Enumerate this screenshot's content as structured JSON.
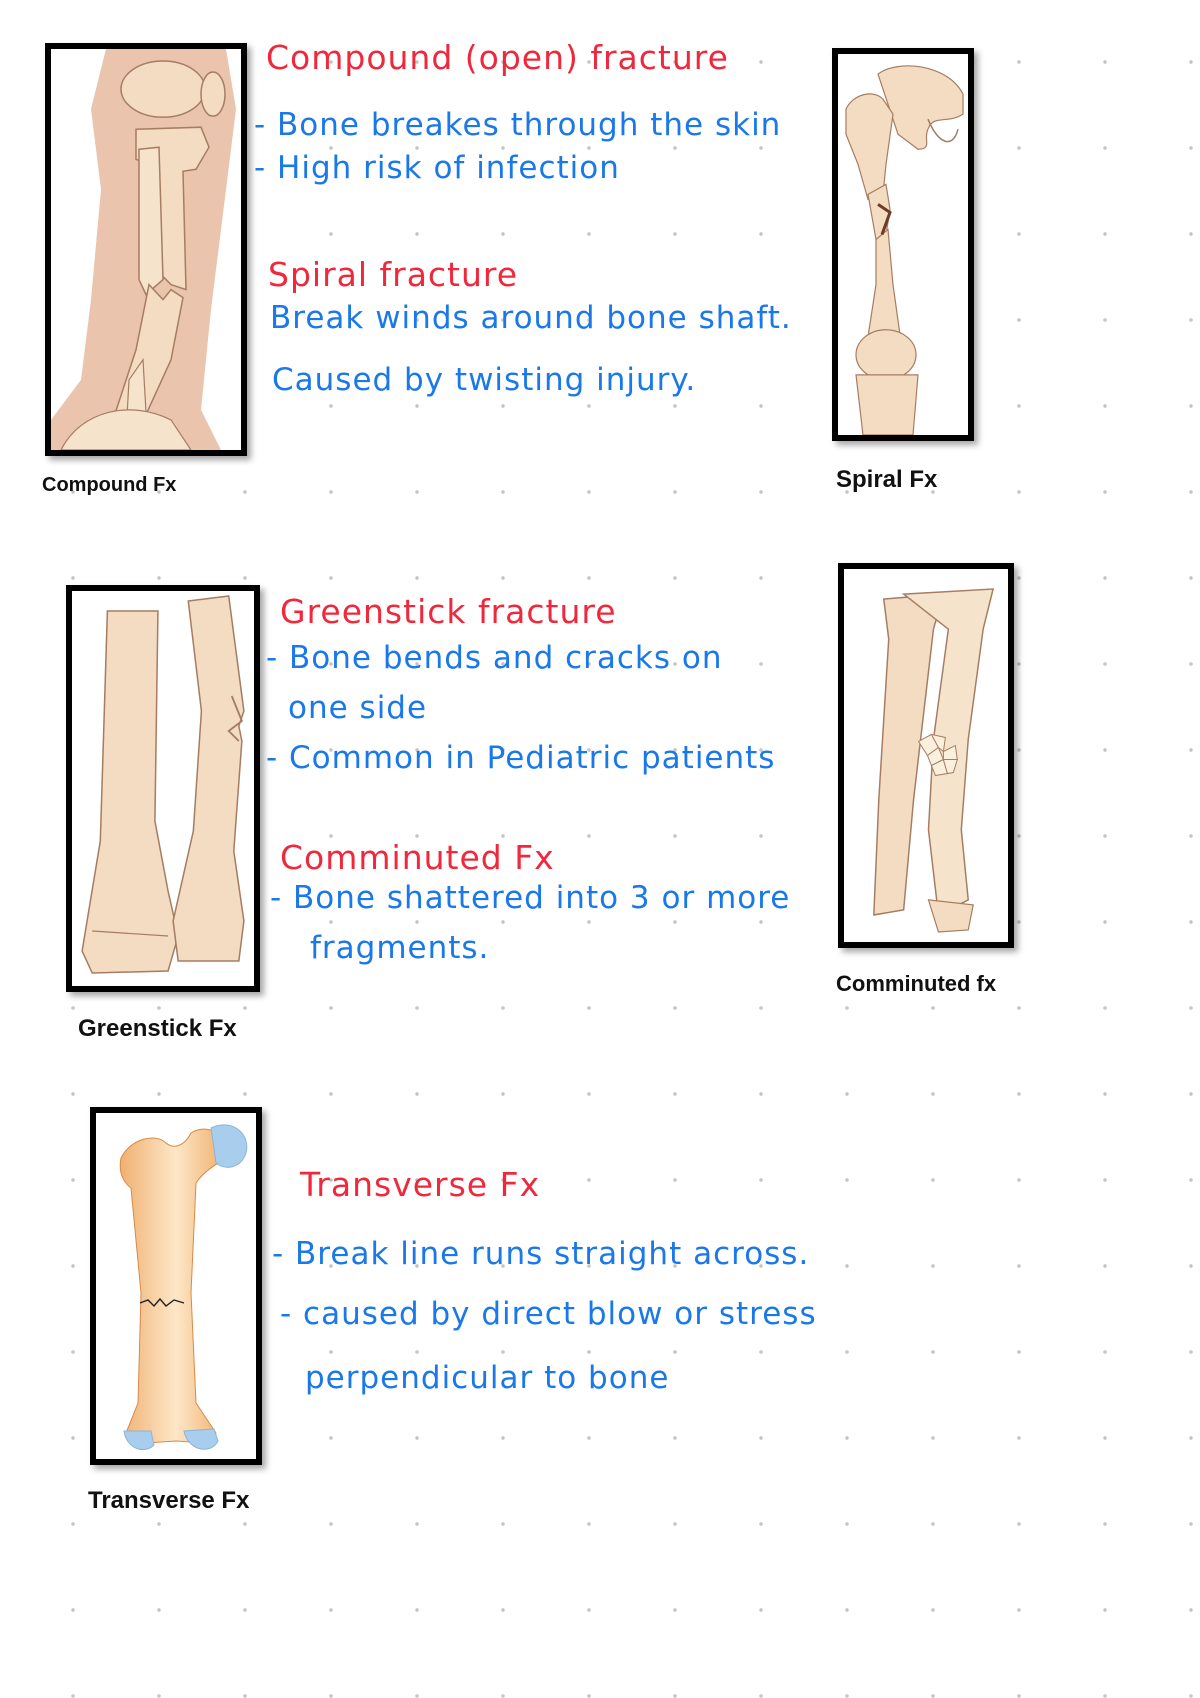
{
  "colors": {
    "heading": "#f0283c",
    "body_text": "#1a78e8",
    "bone": "#f3dcc1",
    "bone_outline": "#a57d63",
    "skin": "#e6b9a0",
    "cartilage": "#a9cdec",
    "frame": "#000000"
  },
  "sections": [
    {
      "id": "compound",
      "heading": "Compound (open) fracture",
      "notes": [
        "- Bone breakes through the skin",
        "- High risk of infection"
      ],
      "image_caption": "Compound Fx"
    },
    {
      "id": "spiral",
      "heading": "Spiral fracture",
      "notes": [
        "Break winds around bone shaft.",
        "Caused by twisting injury."
      ],
      "image_caption": "Spiral Fx"
    },
    {
      "id": "greenstick",
      "heading": "Greenstick fracture",
      "notes": [
        "- Bone bends and cracks on",
        "one side",
        "- Common in Pediatric patients"
      ],
      "image_caption": "Greenstick Fx"
    },
    {
      "id": "comminuted",
      "heading": "Comminuted Fx",
      "notes": [
        "- Bone shattered into 3 or more",
        "fragments."
      ],
      "image_caption": "Comminuted fx"
    },
    {
      "id": "transverse",
      "heading": "Transverse Fx",
      "notes": [
        "- Break line runs straight across.",
        "- caused by direct blow or stress",
        "perpendicular to bone"
      ],
      "image_caption": "Transverse Fx"
    }
  ]
}
